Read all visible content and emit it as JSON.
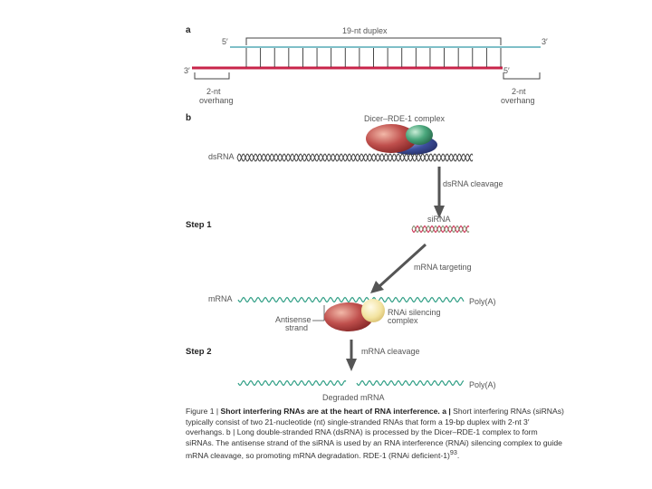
{
  "panel_a": {
    "label": "a",
    "duplex_label": "19-nt duplex",
    "top_5prime": "5′",
    "top_3prime": "3′",
    "bottom_3prime": "3′",
    "bottom_5prime": "5′",
    "overhang_left": [
      "2-nt",
      "overhang"
    ],
    "overhang_right": [
      "2-nt",
      "overhang"
    ]
  },
  "panel_b": {
    "label": "b",
    "dicer_label": "Dicer–RDE-1 complex",
    "dsrna_label": "dsRNA",
    "cleavage_label": "dsRNA cleavage",
    "step1": "Step 1",
    "sirna_label": "siRNA",
    "targeting_label": "mRNA targeting",
    "mrna_label": "mRNA",
    "polya_label_1": "Poly(A)",
    "antisense_label": [
      "Antisense",
      "strand"
    ],
    "risc_label": [
      "RNAi silencing",
      "complex"
    ],
    "step2": "Step 2",
    "mrna_cleavage_label": "mRNA cleavage",
    "polya_label_2": "Poly(A)",
    "degraded_label": "Degraded mRNA"
  },
  "caption": {
    "prefix": "Figure 1 | ",
    "title": "Short interfering RNAs are at the heart of RNA interference. a |",
    "body": " Short interfering RNAs (siRNAs) typically consist of two 21-nucleotide (nt) single-stranded RNAs that form a 19-bp duplex with 2-nt 3′ overhangs. b | Long double-stranded RNA (dsRNA) is processed by the Dicer–RDE-1 complex to form siRNAs. The antisense strand of the siRNA is used by an RNA interference (RNAi) silencing complex to guide mRNA cleavage, so promoting mRNA degradation. RDE-1 (RNAi deficient-1)",
    "ref": "93",
    "end": "."
  },
  "colors": {
    "sense_strand": "#7fbfc8",
    "antisense_strand": "#c8244a",
    "mrna": "#2e9e84",
    "sirna": "#c8244a",
    "dicer_red": "#c0504d",
    "dicer_green": "#4aa77c",
    "dicer_blue": "#3d4f9e",
    "risc_red": "#c0504d",
    "risc_yellow": "#f3e3a0",
    "arrow": "#555555"
  }
}
